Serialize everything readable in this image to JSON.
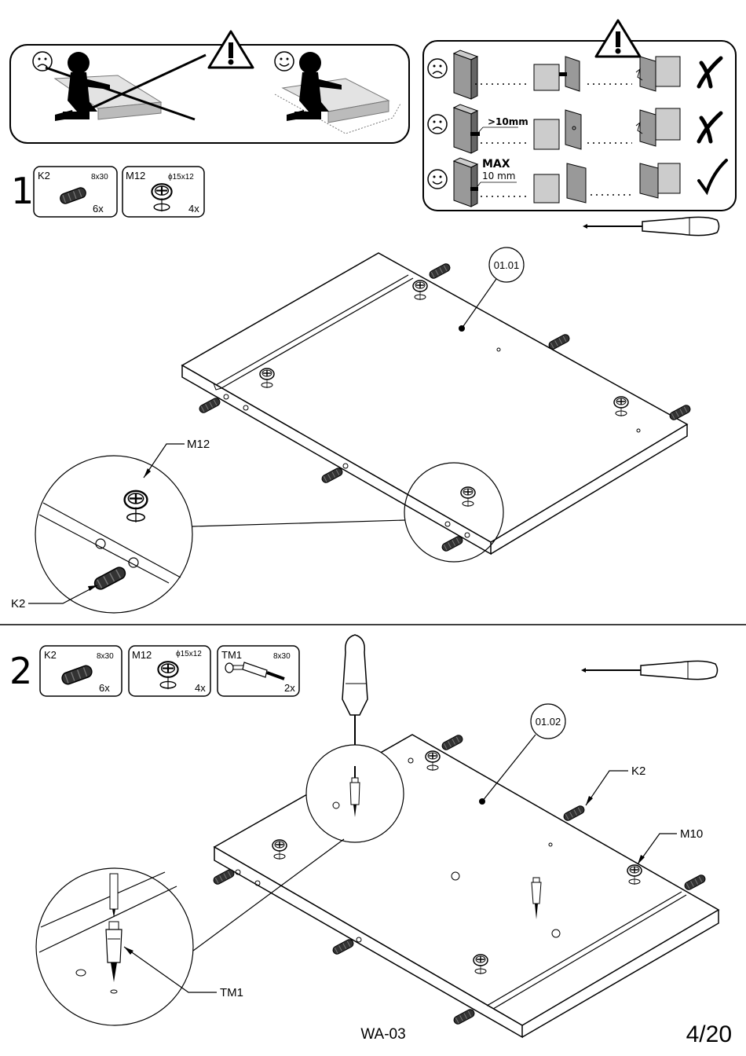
{
  "step1": {
    "number": "1",
    "parts": [
      {
        "code": "K2",
        "size": "8x30",
        "qty": "6x"
      },
      {
        "code": "M12",
        "size": "ϕ15x12",
        "qty": "4x"
      }
    ],
    "callout_panel": "01.01",
    "label_m12": "M12",
    "label_k2": "K2"
  },
  "warning_box": {
    "too_deep": ">10mm",
    "max_label": "MAX",
    "max_value": "10 mm"
  },
  "step2": {
    "number": "2",
    "parts": [
      {
        "code": "K2",
        "size": "8x30",
        "qty": "6x"
      },
      {
        "code": "M12",
        "size": "ϕ15x12",
        "qty": "4x"
      },
      {
        "code": "TM1",
        "size": "8x30",
        "qty": "2x"
      }
    ],
    "callout_panel": "01.02",
    "label_k2": "K2",
    "label_m10": "M10",
    "label_tm1": "TM1"
  },
  "footer": {
    "model": "WA-03",
    "page": "4/20"
  }
}
